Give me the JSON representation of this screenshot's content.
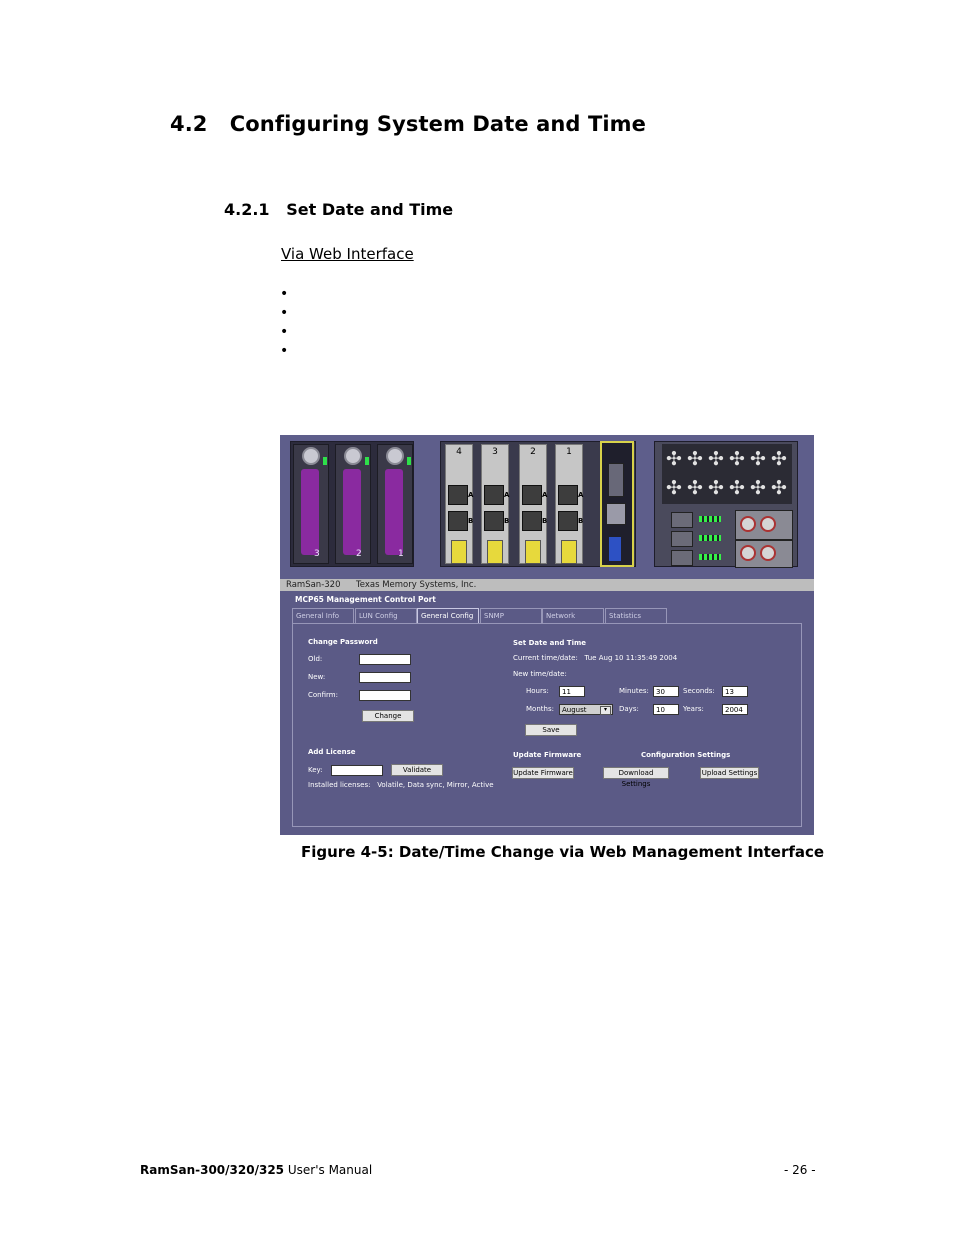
{
  "section": {
    "number": "4.2",
    "title": "Configuring System Date and Time"
  },
  "subsection": {
    "number": "4.2.1",
    "title": "Set Date and Time"
  },
  "via_heading": "Via Web Interface",
  "bullets": [
    "•",
    "•",
    "•",
    "•"
  ],
  "figure": {
    "hardware": {
      "drive_numbers": [
        "3",
        "2",
        "1"
      ],
      "card_numbers": [
        "4",
        "3",
        "2",
        "1"
      ],
      "port_labels": [
        "A",
        "B"
      ]
    },
    "titlebar": {
      "product": "RamSan-320",
      "company": "Texas Memory Systems, Inc."
    },
    "ui": {
      "heading": "MCP65 Management Control Port",
      "tabs": [
        "General Info",
        "LUN Config",
        "General Config",
        "SNMP",
        "Network",
        "Statistics"
      ],
      "active_tab": "General Config",
      "change_password": {
        "title": "Change Password",
        "old_label": "Old:",
        "new_label": "New:",
        "confirm_label": "Confirm:",
        "button": "Change"
      },
      "add_license": {
        "title": "Add License",
        "key_label": "Key:",
        "button": "Validate",
        "installed_label": "Installed licenses:",
        "installed_value": "Volatile, Data sync, Mirror, Active"
      },
      "set_date": {
        "title": "Set Date and Time",
        "current_label": "Current time/date:",
        "current_value": "Tue Aug 10 11:35:49 2004",
        "new_label": "New time/date:",
        "hours_label": "Hours:",
        "hours_value": "11",
        "minutes_label": "Minutes:",
        "minutes_value": "30",
        "seconds_label": "Seconds:",
        "seconds_value": "13",
        "months_label": "Months:",
        "months_value": "August",
        "days_label": "Days:",
        "days_value": "10",
        "years_label": "Years:",
        "years_value": "2004",
        "save_button": "Save"
      },
      "update_firmware": {
        "title": "Update Firmware",
        "button": "Update Firmware"
      },
      "config_settings": {
        "title": "Configuration Settings",
        "download_button": "Download Settings",
        "upload_button": "Upload Settings"
      }
    }
  },
  "caption": "Figure 4-5: Date/Time Change via Web Management Interface",
  "footer": {
    "product_bold": "RamSan-300/320/325",
    "product_rest": " User's Manual",
    "page": "- 26 -"
  }
}
